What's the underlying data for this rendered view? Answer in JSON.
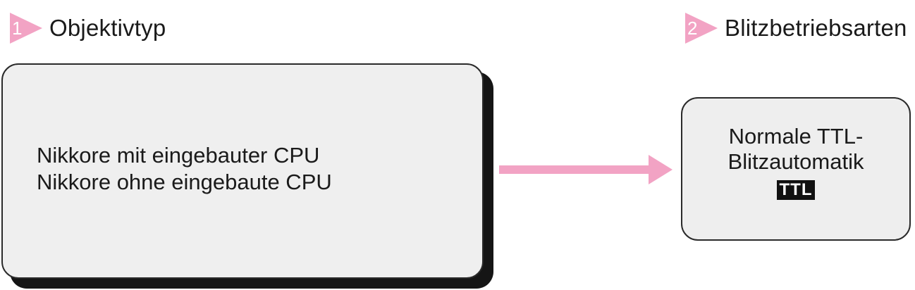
{
  "steps": [
    {
      "number": "1",
      "title": "Objektivtyp"
    },
    {
      "number": "2",
      "title": "Blitzbetriebsarten"
    }
  ],
  "lens_types": [
    "Nikkore mit eingebauter CPU",
    "Nikkore ohne eingebaute CPU"
  ],
  "flash_mode": {
    "label": "Normale TTL-\nBlitzautomatik",
    "badge": "TTL"
  },
  "colors": {
    "accent_pink": "#f2a3c4",
    "box_fill": "#efefef",
    "box_border": "#2a2a2a",
    "shadow": "#151515"
  },
  "icons": {
    "step_marker": "pink-triangle-arrow-icon",
    "connector": "pink-right-arrow-icon"
  }
}
